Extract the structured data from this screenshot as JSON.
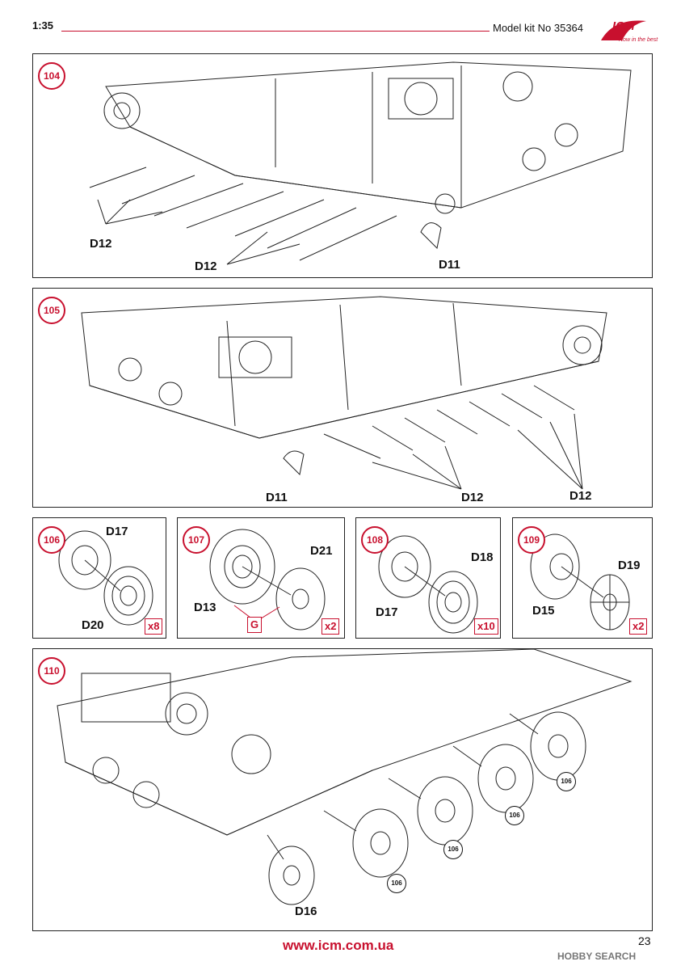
{
  "header": {
    "scale": "1:35",
    "model_kit": "Model kit No 35364",
    "logo": "ICM",
    "logo_tagline": "Now in the best"
  },
  "steps": [
    {
      "number": "104",
      "labels": [
        "D12",
        "D12",
        "D11"
      ]
    },
    {
      "number": "105",
      "labels": [
        "D11",
        "D12",
        "D12"
      ]
    },
    {
      "number": "106",
      "labels": [
        "D17",
        "D20"
      ],
      "quantity": "x8"
    },
    {
      "number": "107",
      "labels": [
        "D21",
        "D13"
      ],
      "glue": "G",
      "quantity": "x2"
    },
    {
      "number": "108",
      "labels": [
        "D18",
        "D17"
      ],
      "quantity": "x10"
    },
    {
      "number": "109",
      "labels": [
        "D19",
        "D15"
      ],
      "quantity": "x2"
    },
    {
      "number": "110",
      "labels": [
        "D16"
      ],
      "refs": [
        "106",
        "106",
        "106",
        "106"
      ]
    }
  ],
  "footer": {
    "url": "www.icm.com.ua",
    "page_number": "23",
    "watermark": "HOBBY SEARCH"
  }
}
